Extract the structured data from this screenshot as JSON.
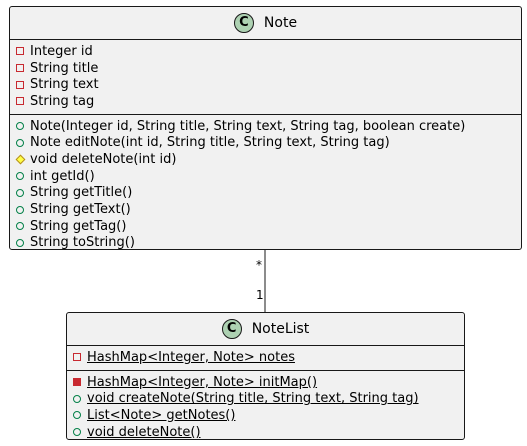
{
  "note": {
    "name": "Note",
    "badge": "C",
    "fields": [
      {
        "vis": "private",
        "text": "Integer id"
      },
      {
        "vis": "private",
        "text": "String title"
      },
      {
        "vis": "private",
        "text": "String text"
      },
      {
        "vis": "private",
        "text": "String tag"
      }
    ],
    "methods": [
      {
        "vis": "public",
        "text": "Note(Integer id, String title, String text, String tag, boolean create)"
      },
      {
        "vis": "public",
        "text": "Note editNote(int id, String title, String text, String tag)"
      },
      {
        "vis": "protected",
        "text": "void deleteNote(int id)"
      },
      {
        "vis": "public",
        "text": "int getId()"
      },
      {
        "vis": "public",
        "text": "String getTitle()"
      },
      {
        "vis": "public",
        "text": "String getText()"
      },
      {
        "vis": "public",
        "text": "String getTag()"
      },
      {
        "vis": "public",
        "text": "String toString()"
      }
    ]
  },
  "notelist": {
    "name": "NoteList",
    "badge": "C",
    "fields": [
      {
        "vis": "private",
        "text": "HashMap<Integer, Note> notes",
        "static": true
      }
    ],
    "methods": [
      {
        "vis": "private-filled",
        "text": "HashMap<Integer, Note> initMap()",
        "static": true
      },
      {
        "vis": "public",
        "text": "void createNote(String title, String text, String tag)",
        "static": true
      },
      {
        "vis": "public",
        "text": "List<Note> getNotes()",
        "static": true
      },
      {
        "vis": "public",
        "text": "void deleteNote()",
        "static": true
      }
    ]
  },
  "association": {
    "note_multiplicity": "*",
    "notelist_multiplicity": "1"
  },
  "colors": {
    "class_fill": "#f1f1f1",
    "badge_fill": "#add1b2",
    "private": "#c82930",
    "public": "#038048",
    "protected": "#b38d22"
  }
}
